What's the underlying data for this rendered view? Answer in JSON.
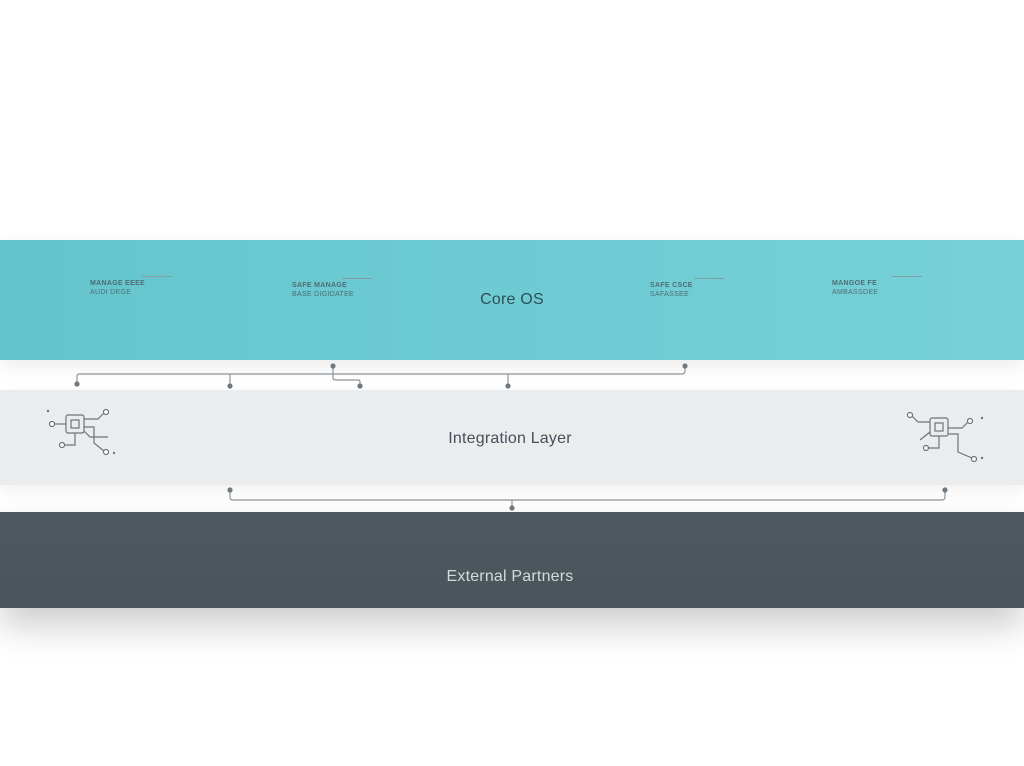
{
  "layers": {
    "core": {
      "label": "Core OS",
      "color": "#6ecbd3",
      "modules": [
        {
          "title": "MANAGE EEEE",
          "subtitle": "AUDI DEGE"
        },
        {
          "title": "SAFE MANAGE",
          "subtitle": "BASE DIGIDATEE"
        },
        {
          "title": "SAFE CSCE",
          "subtitle": "SAFASSEE"
        },
        {
          "title": "MANGOE FE",
          "subtitle": "AMBASSDEE"
        }
      ]
    },
    "integration": {
      "label": "Integration Layer",
      "color": "#ebecee",
      "icons": [
        "circuit-chip-icon",
        "circuit-chip-icon"
      ]
    },
    "external": {
      "label": "External Partners",
      "color": "#4b565d"
    }
  },
  "connector_color": "#8a9499"
}
